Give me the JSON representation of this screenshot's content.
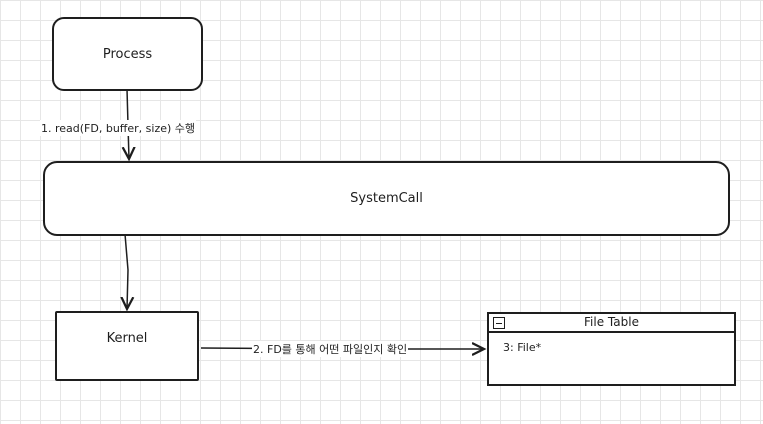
{
  "nodes": {
    "process": "Process",
    "systemcall": "SystemCall",
    "kernel": "Kernel",
    "file_table": {
      "title": "File Table",
      "rows": [
        "3: File*"
      ]
    }
  },
  "edges": {
    "process_to_systemcall": "1. read(FD, buffer, size) 수행",
    "kernel_to_filetable": "2. FD를 통해 어떤 파일인지 확인"
  }
}
